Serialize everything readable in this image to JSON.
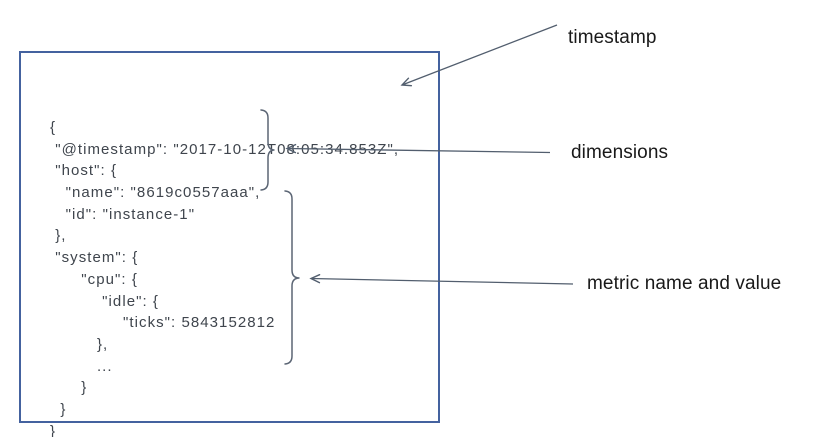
{
  "colors": {
    "box_border": "#44629f",
    "annotation_line": "#525e6e",
    "brace": "#5b6574",
    "code_text": "#3f454d",
    "label_text": "#191919"
  },
  "json_document": {
    "lines": [
      "{",
      " \"@timestamp\": \"2017-10-12T08:05:34.853Z\",",
      " \"host\": {",
      "   \"name\": \"8619c0557aaa\",",
      "   \"id\": \"instance-1\"",
      " },",
      " \"system\": {",
      "      \"cpu\": {",
      "          \"idle\": {",
      "              \"ticks\": 5843152812",
      "         },",
      "         ...",
      "      }",
      "  }",
      "}"
    ]
  },
  "annotations": {
    "timestamp": {
      "label": "timestamp"
    },
    "dimensions": {
      "label": "dimensions"
    },
    "metric": {
      "label": "metric name and value"
    }
  }
}
